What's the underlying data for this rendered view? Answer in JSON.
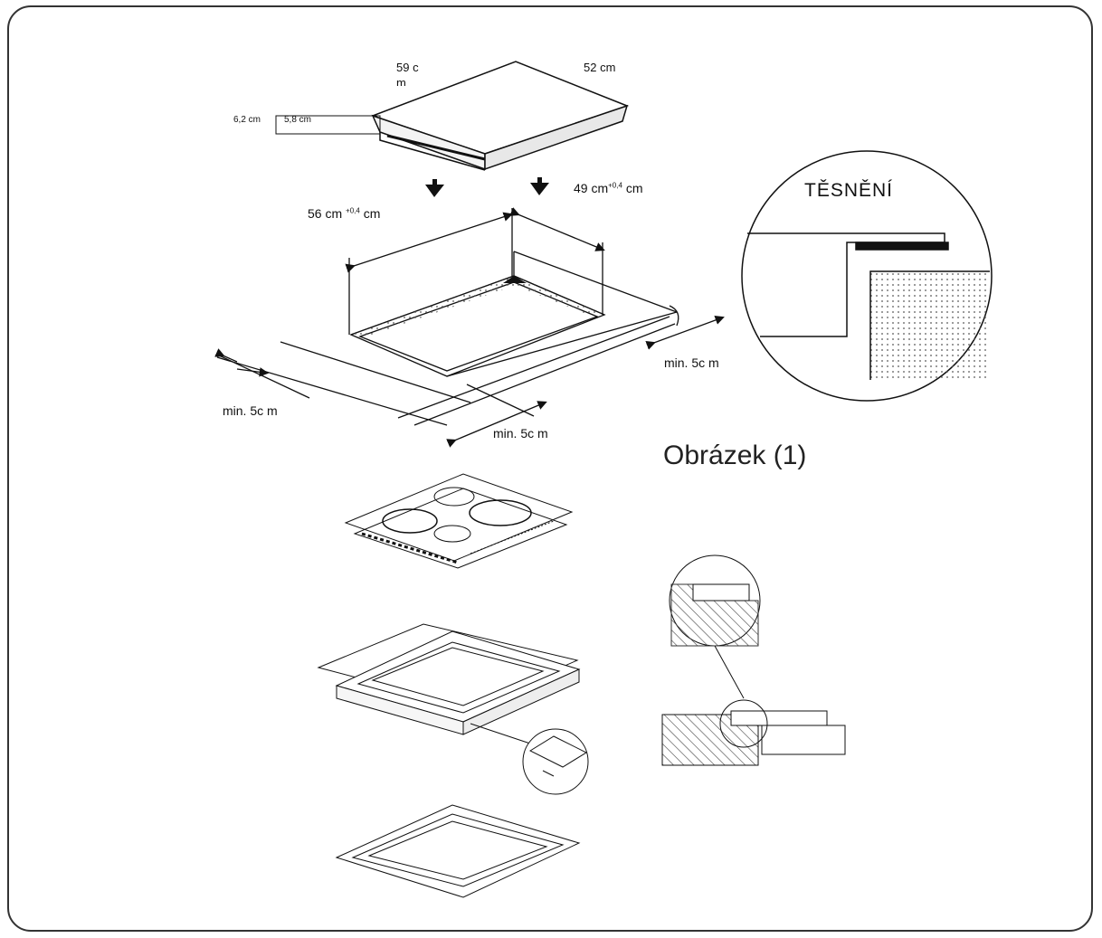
{
  "figure": {
    "caption": "Obrázek (1)",
    "seal_label": "TĚSNĚNÍ"
  },
  "dimensions": {
    "width_a_line1": "59 c",
    "width_a_line2": "m",
    "depth_a": "52 cm",
    "thickness_outer": "6,2 cm",
    "thickness_inner": "5,8 cm",
    "cutout_width": "56 cm",
    "cutout_width_tol": "+0,4",
    "cutout_width_unit": "cm",
    "cutout_depth": "49 cm",
    "cutout_depth_tol": "+0,4",
    "cutout_depth_unit": "cm",
    "clearance_left": "min. 5c m",
    "clearance_front": "min. 5c m",
    "clearance_right": "min. 5c m"
  }
}
